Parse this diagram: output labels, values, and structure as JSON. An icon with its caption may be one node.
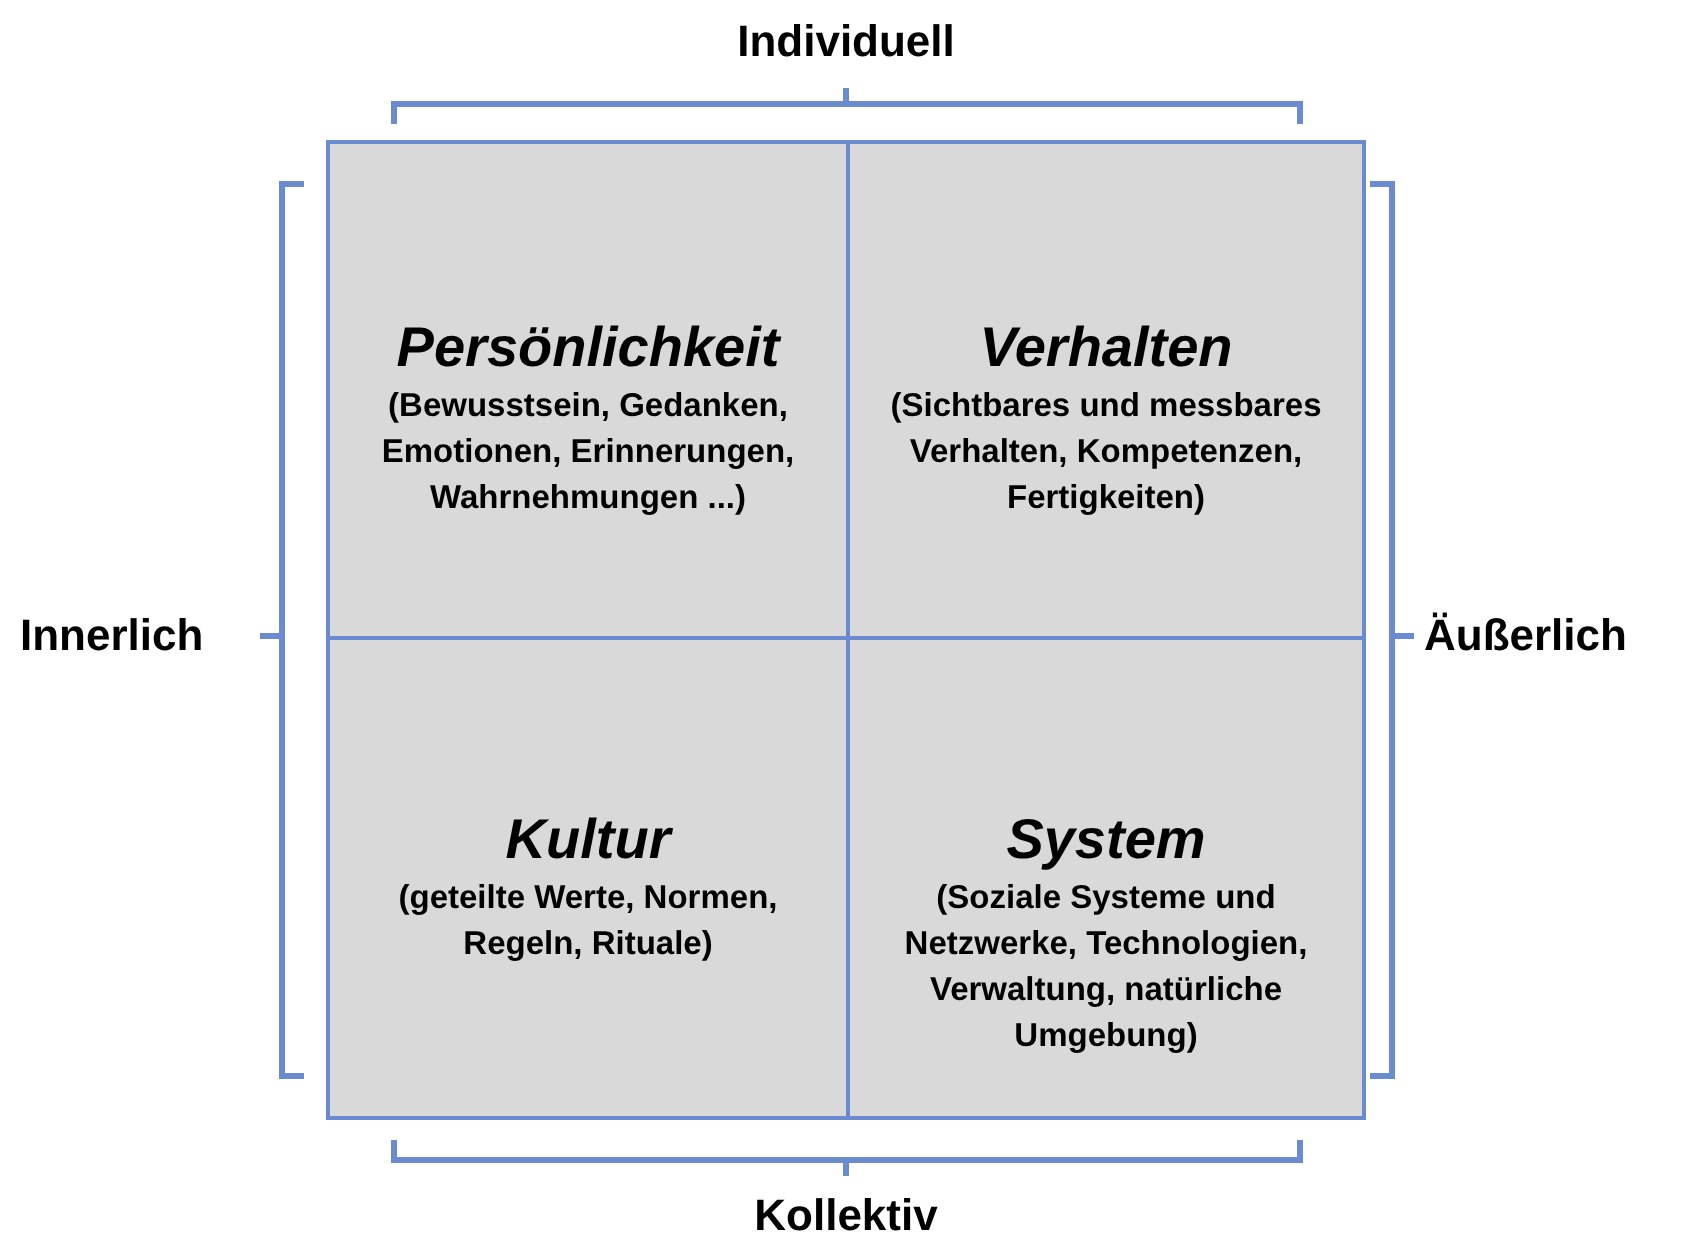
{
  "diagram": {
    "nodes": [
      {
        "text": [
          "Persönlichkeit",
          "(Bewusstsein, Gedanken, Emotionen, Erinnerungen, Wahrnehmungen ...)"
        ]
      },
      {
        "text": [
          "Verhalten",
          "(Sichtbares und messbares Verhalten, Kompetenzen, Fertigkeiten)"
        ]
      },
      {
        "text": [
          "Kultur",
          "(geteilte Werte, Normen, Regeln, Rituale)"
        ]
      },
      {
        "text": [
          "System",
          "(Soziale Systeme und Netzwerke, Technologien, Verwaltung, natürliche Umgebung)"
        ]
      }
    ],
    "edges": [],
    "labels": [
      "Individuell",
      "Innerlich",
      "Äußerlich",
      "Kollektiv"
    ]
  }
}
